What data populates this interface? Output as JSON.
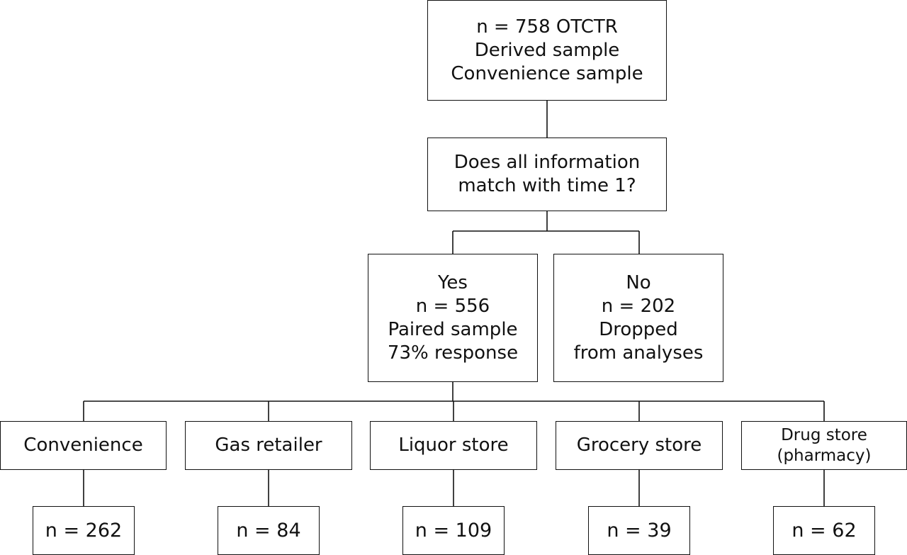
{
  "diagram": {
    "root": {
      "lines": [
        "n = 758 OTCTR",
        "Derived sample",
        "Convenience sample"
      ]
    },
    "question": {
      "lines": [
        "Does all information",
        "match with time 1?"
      ]
    },
    "yes": {
      "lines": [
        "Yes",
        "n = 556",
        "Paired sample",
        "73% response"
      ]
    },
    "no": {
      "lines": [
        "No",
        "n = 202",
        "Dropped",
        "from analyses"
      ]
    },
    "categories": [
      {
        "lines": [
          "Convenience"
        ],
        "count": "n = 262"
      },
      {
        "lines": [
          "Gas retailer"
        ],
        "count": "n = 84"
      },
      {
        "lines": [
          "Liquor store"
        ],
        "count": "n = 109"
      },
      {
        "lines": [
          "Grocery store"
        ],
        "count": "n = 39"
      },
      {
        "lines": [
          "Drug store",
          "(pharmacy)"
        ],
        "count": "n = 62"
      }
    ],
    "colors": {
      "stroke": "#111111",
      "text": "#111111",
      "background": "#ffffff"
    }
  }
}
